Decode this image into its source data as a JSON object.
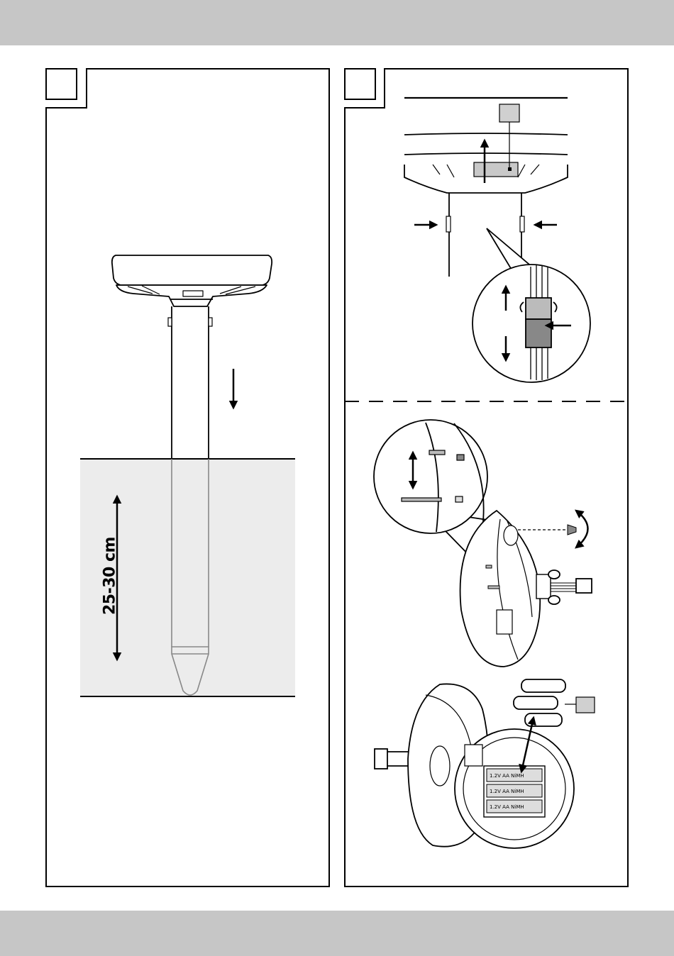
{
  "figure": {
    "dimension_label": "25-30 cm",
    "battery_labels": [
      "1.2V AA NiMH",
      "1.2V AA NiMH",
      "1.2V AA NiMH"
    ]
  }
}
